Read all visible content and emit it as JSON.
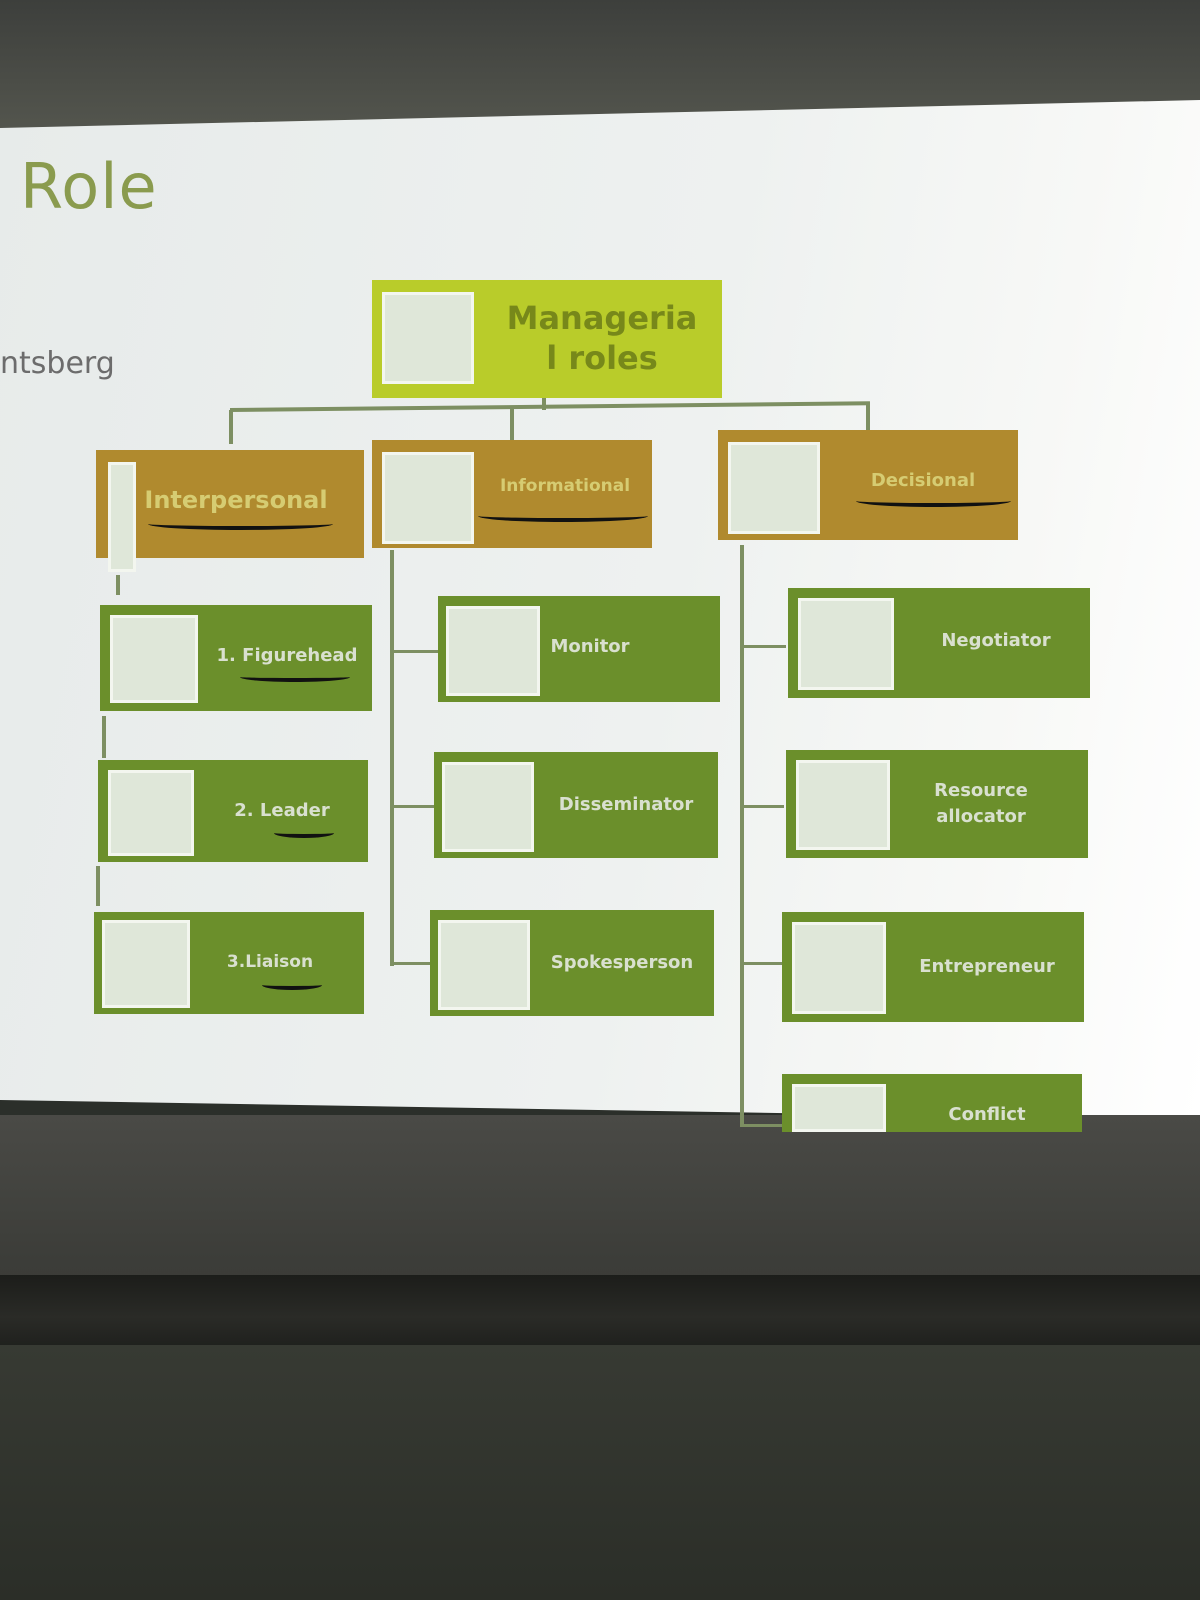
{
  "slide": {
    "title": "Role",
    "subtitle": "ntsberg"
  },
  "diagram": {
    "root": "Manageria l roles",
    "root_line1": "Manageria",
    "root_line2": "l roles",
    "categories": [
      {
        "label": "Interpersonal"
      },
      {
        "label": "Informational"
      },
      {
        "label": "Decisional"
      }
    ],
    "interpersonal": [
      "1. Figurehead",
      "2. Leader",
      "3.Liaison"
    ],
    "informational": [
      "Monitor",
      "Disseminator",
      "Spokesperson"
    ],
    "decisional": [
      "Negotiator",
      "Resource allocator",
      "Entrepreneur",
      "Conflict"
    ]
  },
  "colors": {
    "title": "#8a9b4e",
    "root_fill": "#b9cc2a",
    "category_fill": "#b08a2e",
    "role_fill": "#6b8f2b"
  }
}
